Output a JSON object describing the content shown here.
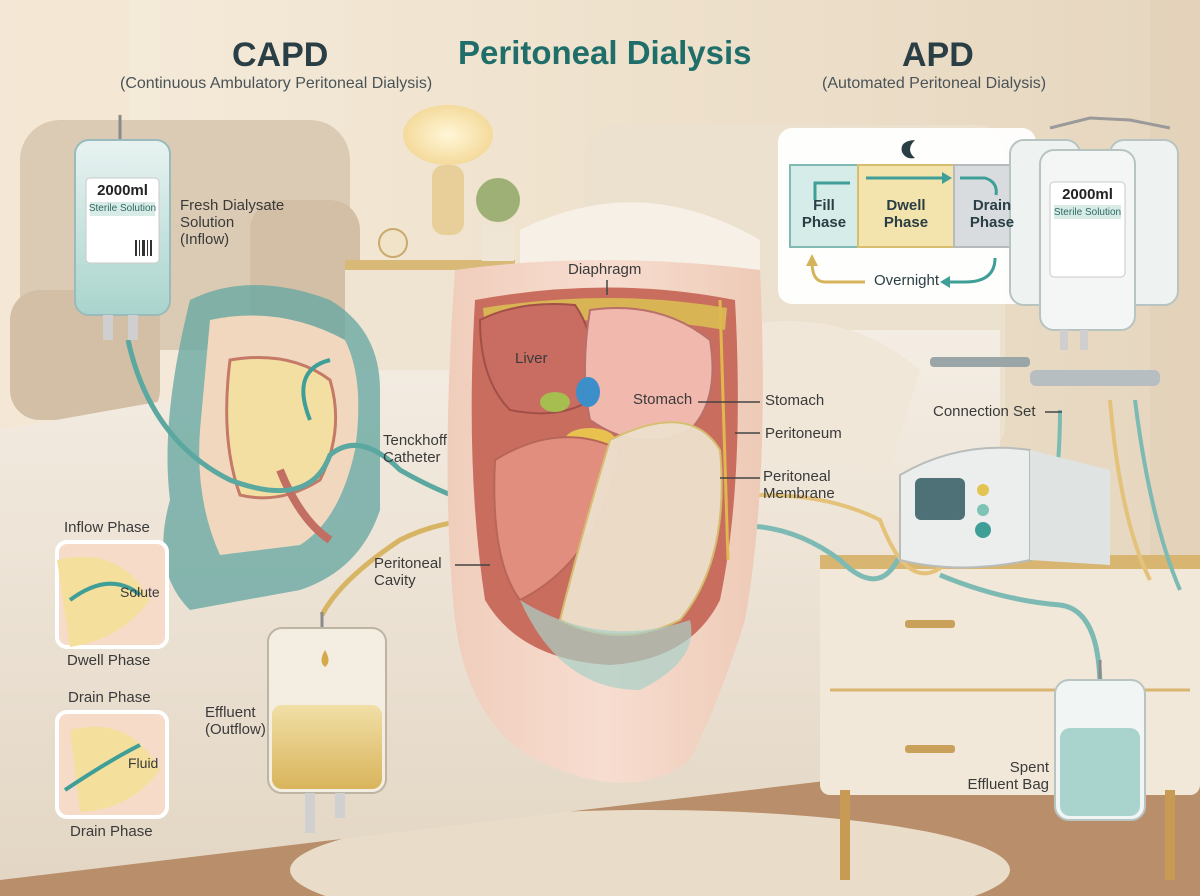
{
  "colors": {
    "title": "#1f6e6a",
    "header": "#2a3e45",
    "subtitle": "#4a5358",
    "label": "#3a3a3a",
    "dialysate": "#bfe0dc",
    "effluent": "#e7c97a",
    "catheter": "#3f9f98",
    "phase_fill": "#d6ece8",
    "phase_dwell": "#f3e4ad",
    "phase_drain": "#d9dcde"
  },
  "icons": [
    "moon-stars-icon",
    "flow-arrow-icon",
    "barcode-icon",
    "drop-icon"
  ],
  "title": "Peritoneal Dialysis",
  "capd": {
    "heading": "CAPD",
    "subtitle": "(Continuous Ambulatory Peritoneal Dialysis)",
    "bag_volume": "2000ml",
    "bag_label": "Sterile Solution",
    "fresh_label_1": "Fresh Dialysate",
    "fresh_label_2": "Solution",
    "fresh_label_3": "(Inflow)",
    "catheter_label_1": "Tenckhoff",
    "catheter_label_2": "Catheter",
    "inflow_phase": "Inflow Phase",
    "solute": "Solute",
    "dwell_phase": "Dwell Phase",
    "drain_phase_top": "Drain Phase",
    "fluid": "Fluid",
    "drain_phase_bottom": "Drain Phase",
    "effluent_1": "Effluent",
    "effluent_2": "(Outflow)"
  },
  "anatomy": {
    "diaphragm": "Diaphragm",
    "liver": "Liver",
    "stomach_inner": "Stomach",
    "stomach": "Stomach",
    "peritoneum": "Peritoneum",
    "membrane_1": "Peritoneal",
    "membrane_2": "Membrane",
    "cavity_1": "Peritoneal",
    "cavity_2": "Cavity"
  },
  "apd": {
    "heading": "APD",
    "subtitle": "(Automated Peritoneal Dialysis)",
    "fill_1": "Fill",
    "fill_2": "Phase",
    "dwell_1": "Dwell",
    "dwell_2": "Phase",
    "drain_1": "Drain",
    "drain_2": "Phase",
    "overnight": "Overnight",
    "bag_volume": "2000ml",
    "bag_label": "Sterile Solution",
    "connection_set": "Connection Set",
    "spent_1": "Spent",
    "spent_2": "Effluent Bag"
  }
}
